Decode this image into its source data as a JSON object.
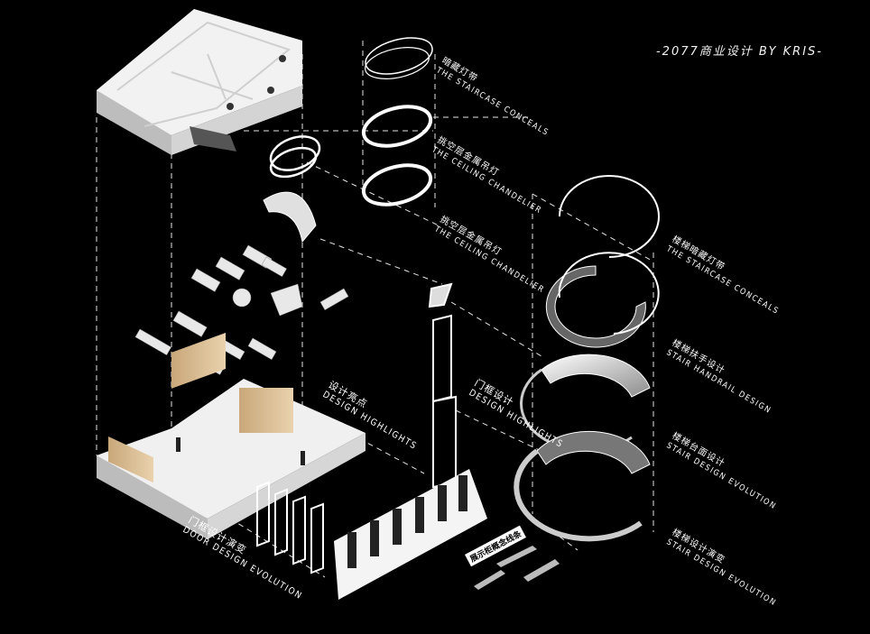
{
  "header": {
    "title": "-2077商业设计 BY KRIS-"
  },
  "labels": {
    "staircase_conceals_top": {
      "cn": "暗藏灯带",
      "en": "THE STAIRCASE CONCEALS"
    },
    "ceiling_chandelier_1": {
      "cn": "挑空层金属吊灯",
      "en": "THE CEILING CHANDELIER"
    },
    "ceiling_chandelier_2": {
      "cn": "挑空层金属吊灯",
      "en": "THE CEILING CHANDELIER"
    },
    "staircase_conceals_right": {
      "cn": "楼梯暗藏灯带",
      "en": "THE STAIRCASE CONCEALS"
    },
    "stair_handrail": {
      "cn": "楼梯扶手设计",
      "en": "STAIR HANDRAIL DESIGN"
    },
    "stair_design_evolution_1": {
      "cn": "楼梯台面设计",
      "en": "STAIR DESIGN EVOLUTION"
    },
    "stair_design_evolution_2": {
      "cn": "楼梯设计演变",
      "en": "STAIR DESIGN EVOLUTION"
    },
    "design_highlights_left": {
      "cn": "设计亮点",
      "en": "DESIGN HIGHLIGHTS"
    },
    "design_highlights_mid": {
      "cn": "门框设计",
      "en": "DESIGN HIGHLIGHTS"
    },
    "door_design_evolution": {
      "cn": "门框设计演变",
      "en": "DOOR DESIGN EVOLUTION"
    },
    "stacked_sign": "展示柜概念线条"
  }
}
